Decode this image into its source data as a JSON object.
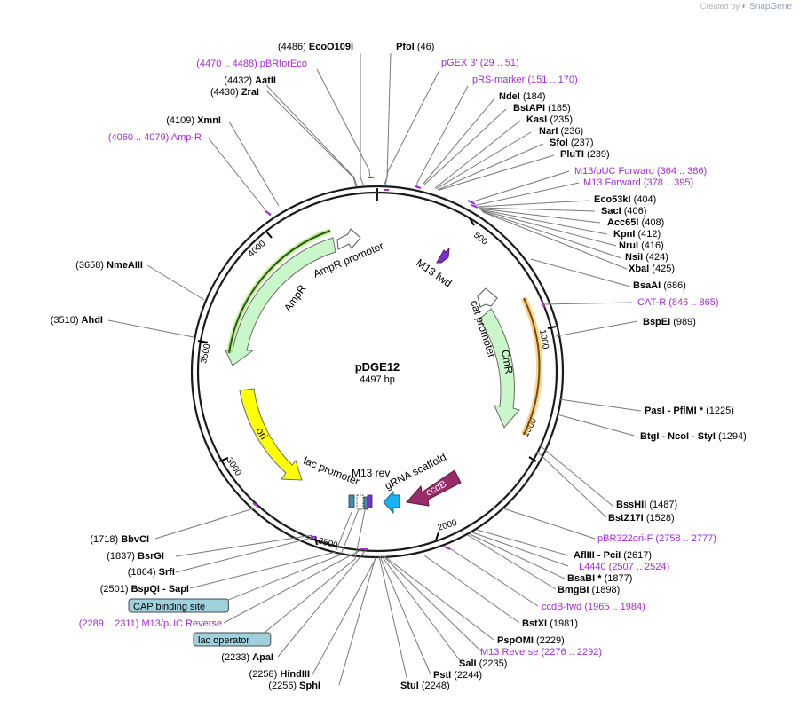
{
  "brand": {
    "created_by": "Created by",
    "logo_text": "SnapGene"
  },
  "plasmid": {
    "name": "pDGE12",
    "length_label": "4497 bp"
  },
  "ticks": [
    "500",
    "1000",
    "1500",
    "2000",
    "2500",
    "3000",
    "3500",
    "4000"
  ],
  "features": [
    {
      "name": "AmpR",
      "color": "#c9f7c9"
    },
    {
      "name": "AmpR promoter",
      "color": "#ffffff"
    },
    {
      "name": "CmR",
      "color": "#c9f7c9"
    },
    {
      "name": "cat promoter",
      "color": "#ffffff"
    },
    {
      "name": "ori",
      "color": "#ffff00"
    },
    {
      "name": "M13 fwd",
      "color": "#7e2ecf"
    },
    {
      "name": "ccdB",
      "color": "#9b2c6a"
    },
    {
      "name": "gRNA scaffold",
      "color": "#1ab2f5"
    },
    {
      "name": "lac promoter",
      "color": "#ffffff"
    },
    {
      "name": "M13 rev",
      "color": "#7e2ecf"
    }
  ],
  "labels": [
    {
      "name": "EcoO109I",
      "pos": "(4486)",
      "kind": "site"
    },
    {
      "name": "PfoI",
      "pos": "(46)",
      "kind": "site"
    },
    {
      "name": "pBRforEco",
      "pos": "(4470 .. 4488)",
      "kind": "primer"
    },
    {
      "name": "pGEX 3'",
      "pos": "(29 .. 51)",
      "kind": "primer"
    },
    {
      "name": "pRS-marker",
      "pos": "(151 .. 170)",
      "kind": "primer"
    },
    {
      "name": "AatII",
      "pos": "(4432)",
      "kind": "site"
    },
    {
      "name": "ZraI",
      "pos": "(4430)",
      "kind": "site"
    },
    {
      "name": "NdeI",
      "pos": "(184)",
      "kind": "site"
    },
    {
      "name": "BstAPI",
      "pos": "(185)",
      "kind": "site"
    },
    {
      "name": "KasI",
      "pos": "(235)",
      "kind": "site"
    },
    {
      "name": "NarI",
      "pos": "(236)",
      "kind": "site"
    },
    {
      "name": "XmnI",
      "pos": "(4109)",
      "kind": "site"
    },
    {
      "name": "SfoI",
      "pos": "(237)",
      "kind": "site"
    },
    {
      "name": "Amp-R",
      "pos": "(4060 .. 4079)",
      "kind": "primer"
    },
    {
      "name": "PluTI",
      "pos": "(239)",
      "kind": "site"
    },
    {
      "name": "M13/pUC Forward",
      "pos": "(364 .. 386)",
      "kind": "primer"
    },
    {
      "name": "M13 Forward",
      "pos": "(378 .. 395)",
      "kind": "primer"
    },
    {
      "name": "Eco53kI",
      "pos": "(404)",
      "kind": "site"
    },
    {
      "name": "SacI",
      "pos": "(406)",
      "kind": "site"
    },
    {
      "name": "Acc65I",
      "pos": "(408)",
      "kind": "site"
    },
    {
      "name": "KpnI",
      "pos": "(412)",
      "kind": "site"
    },
    {
      "name": "NruI",
      "pos": "(416)",
      "kind": "site"
    },
    {
      "name": "NsiI",
      "pos": "(424)",
      "kind": "site"
    },
    {
      "name": "NmeAIII",
      "pos": "(3658)",
      "kind": "site"
    },
    {
      "name": "XbaI",
      "pos": "(425)",
      "kind": "site"
    },
    {
      "name": "BsaAI",
      "pos": "(686)",
      "kind": "site"
    },
    {
      "name": "CAT-R",
      "pos": "(846 .. 865)",
      "kind": "primer"
    },
    {
      "name": "AhdI",
      "pos": "(3510)",
      "kind": "site"
    },
    {
      "name": "BspEI",
      "pos": "(989)",
      "kind": "site"
    },
    {
      "name": "PasI",
      "pos": "(1225)",
      "kind": "site",
      "extra": "- PflMI *"
    },
    {
      "name": "BtgI",
      "pos": "(1294)",
      "kind": "site",
      "extra": "- NcoI - StyI"
    },
    {
      "name": "BssHII",
      "pos": "(1487)",
      "kind": "site"
    },
    {
      "name": "BstZ17I",
      "pos": "(1528)",
      "kind": "site"
    },
    {
      "name": "pBR322ori-F",
      "pos": "(2758 .. 2777)",
      "kind": "primer"
    },
    {
      "name": "BbvCI",
      "pos": "(1718)",
      "kind": "site"
    },
    {
      "name": "AflIII",
      "pos": "(2617)",
      "kind": "site",
      "extra": "- PciI"
    },
    {
      "name": "BsrGI",
      "pos": "(1837)",
      "kind": "site"
    },
    {
      "name": "L4440",
      "pos": "(2507 .. 2524)",
      "kind": "primer"
    },
    {
      "name": "SrfI",
      "pos": "(1864)",
      "kind": "site"
    },
    {
      "name": "BsaBI *",
      "pos": "(1877)",
      "kind": "site"
    },
    {
      "name": "BspQI",
      "pos": "(2501)",
      "kind": "site",
      "extra": "- SapI"
    },
    {
      "name": "BmgBI",
      "pos": "(1898)",
      "kind": "site"
    },
    {
      "name": "CAP binding site",
      "pos": "",
      "kind": "box"
    },
    {
      "name": "ccdB-fwd",
      "pos": "(1965 .. 1984)",
      "kind": "primer"
    },
    {
      "name": "M13/pUC Reverse",
      "pos": "(2289 .. 2311)",
      "kind": "primer"
    },
    {
      "name": "BstXI",
      "pos": "(1981)",
      "kind": "site"
    },
    {
      "name": "lac operator",
      "pos": "",
      "kind": "box"
    },
    {
      "name": "PspOMI",
      "pos": "(2229)",
      "kind": "site"
    },
    {
      "name": "ApaI",
      "pos": "(2233)",
      "kind": "site"
    },
    {
      "name": "M13 Reverse",
      "pos": "(2276 .. 2292)",
      "kind": "primer"
    },
    {
      "name": "SalI",
      "pos": "(2235)",
      "kind": "site"
    },
    {
      "name": "PstI",
      "pos": "(2244)",
      "kind": "site"
    },
    {
      "name": "HindIII",
      "pos": "(2258)",
      "kind": "site"
    },
    {
      "name": "SphI",
      "pos": "(2256)",
      "kind": "site"
    },
    {
      "name": "StuI",
      "pos": "(2248)",
      "kind": "site"
    }
  ],
  "colors": {
    "primer": "#a52bd6",
    "site": "#000000",
    "line": "#777777",
    "box_fill": "#9fd0dc",
    "ring": "#1b1b1b"
  }
}
